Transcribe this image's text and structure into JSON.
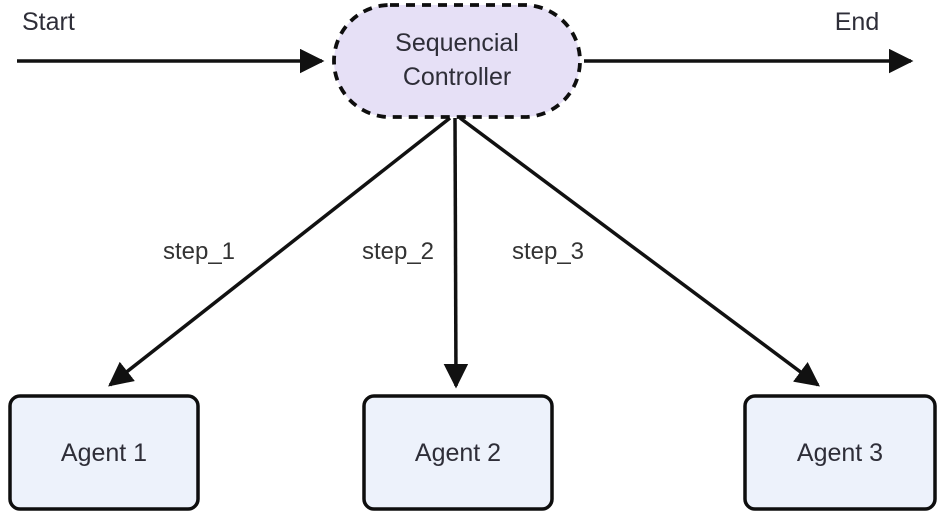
{
  "diagram": {
    "start_label": "Start",
    "end_label": "End",
    "controller": {
      "label_line1": "Sequencial",
      "label_line2": "Controller"
    },
    "edges": {
      "step1_label": "step_1",
      "step2_label": "step_2",
      "step3_label": "step_3"
    },
    "agents": {
      "agent1_label": "Agent 1",
      "agent2_label": "Agent 2",
      "agent3_label": "Agent 3"
    },
    "colors": {
      "controller_fill": "#e6e0f6",
      "agent_fill": "#edf2fb",
      "stroke": "#0e0e0e",
      "arrow": "#111111",
      "text": "#2e2e38"
    }
  }
}
